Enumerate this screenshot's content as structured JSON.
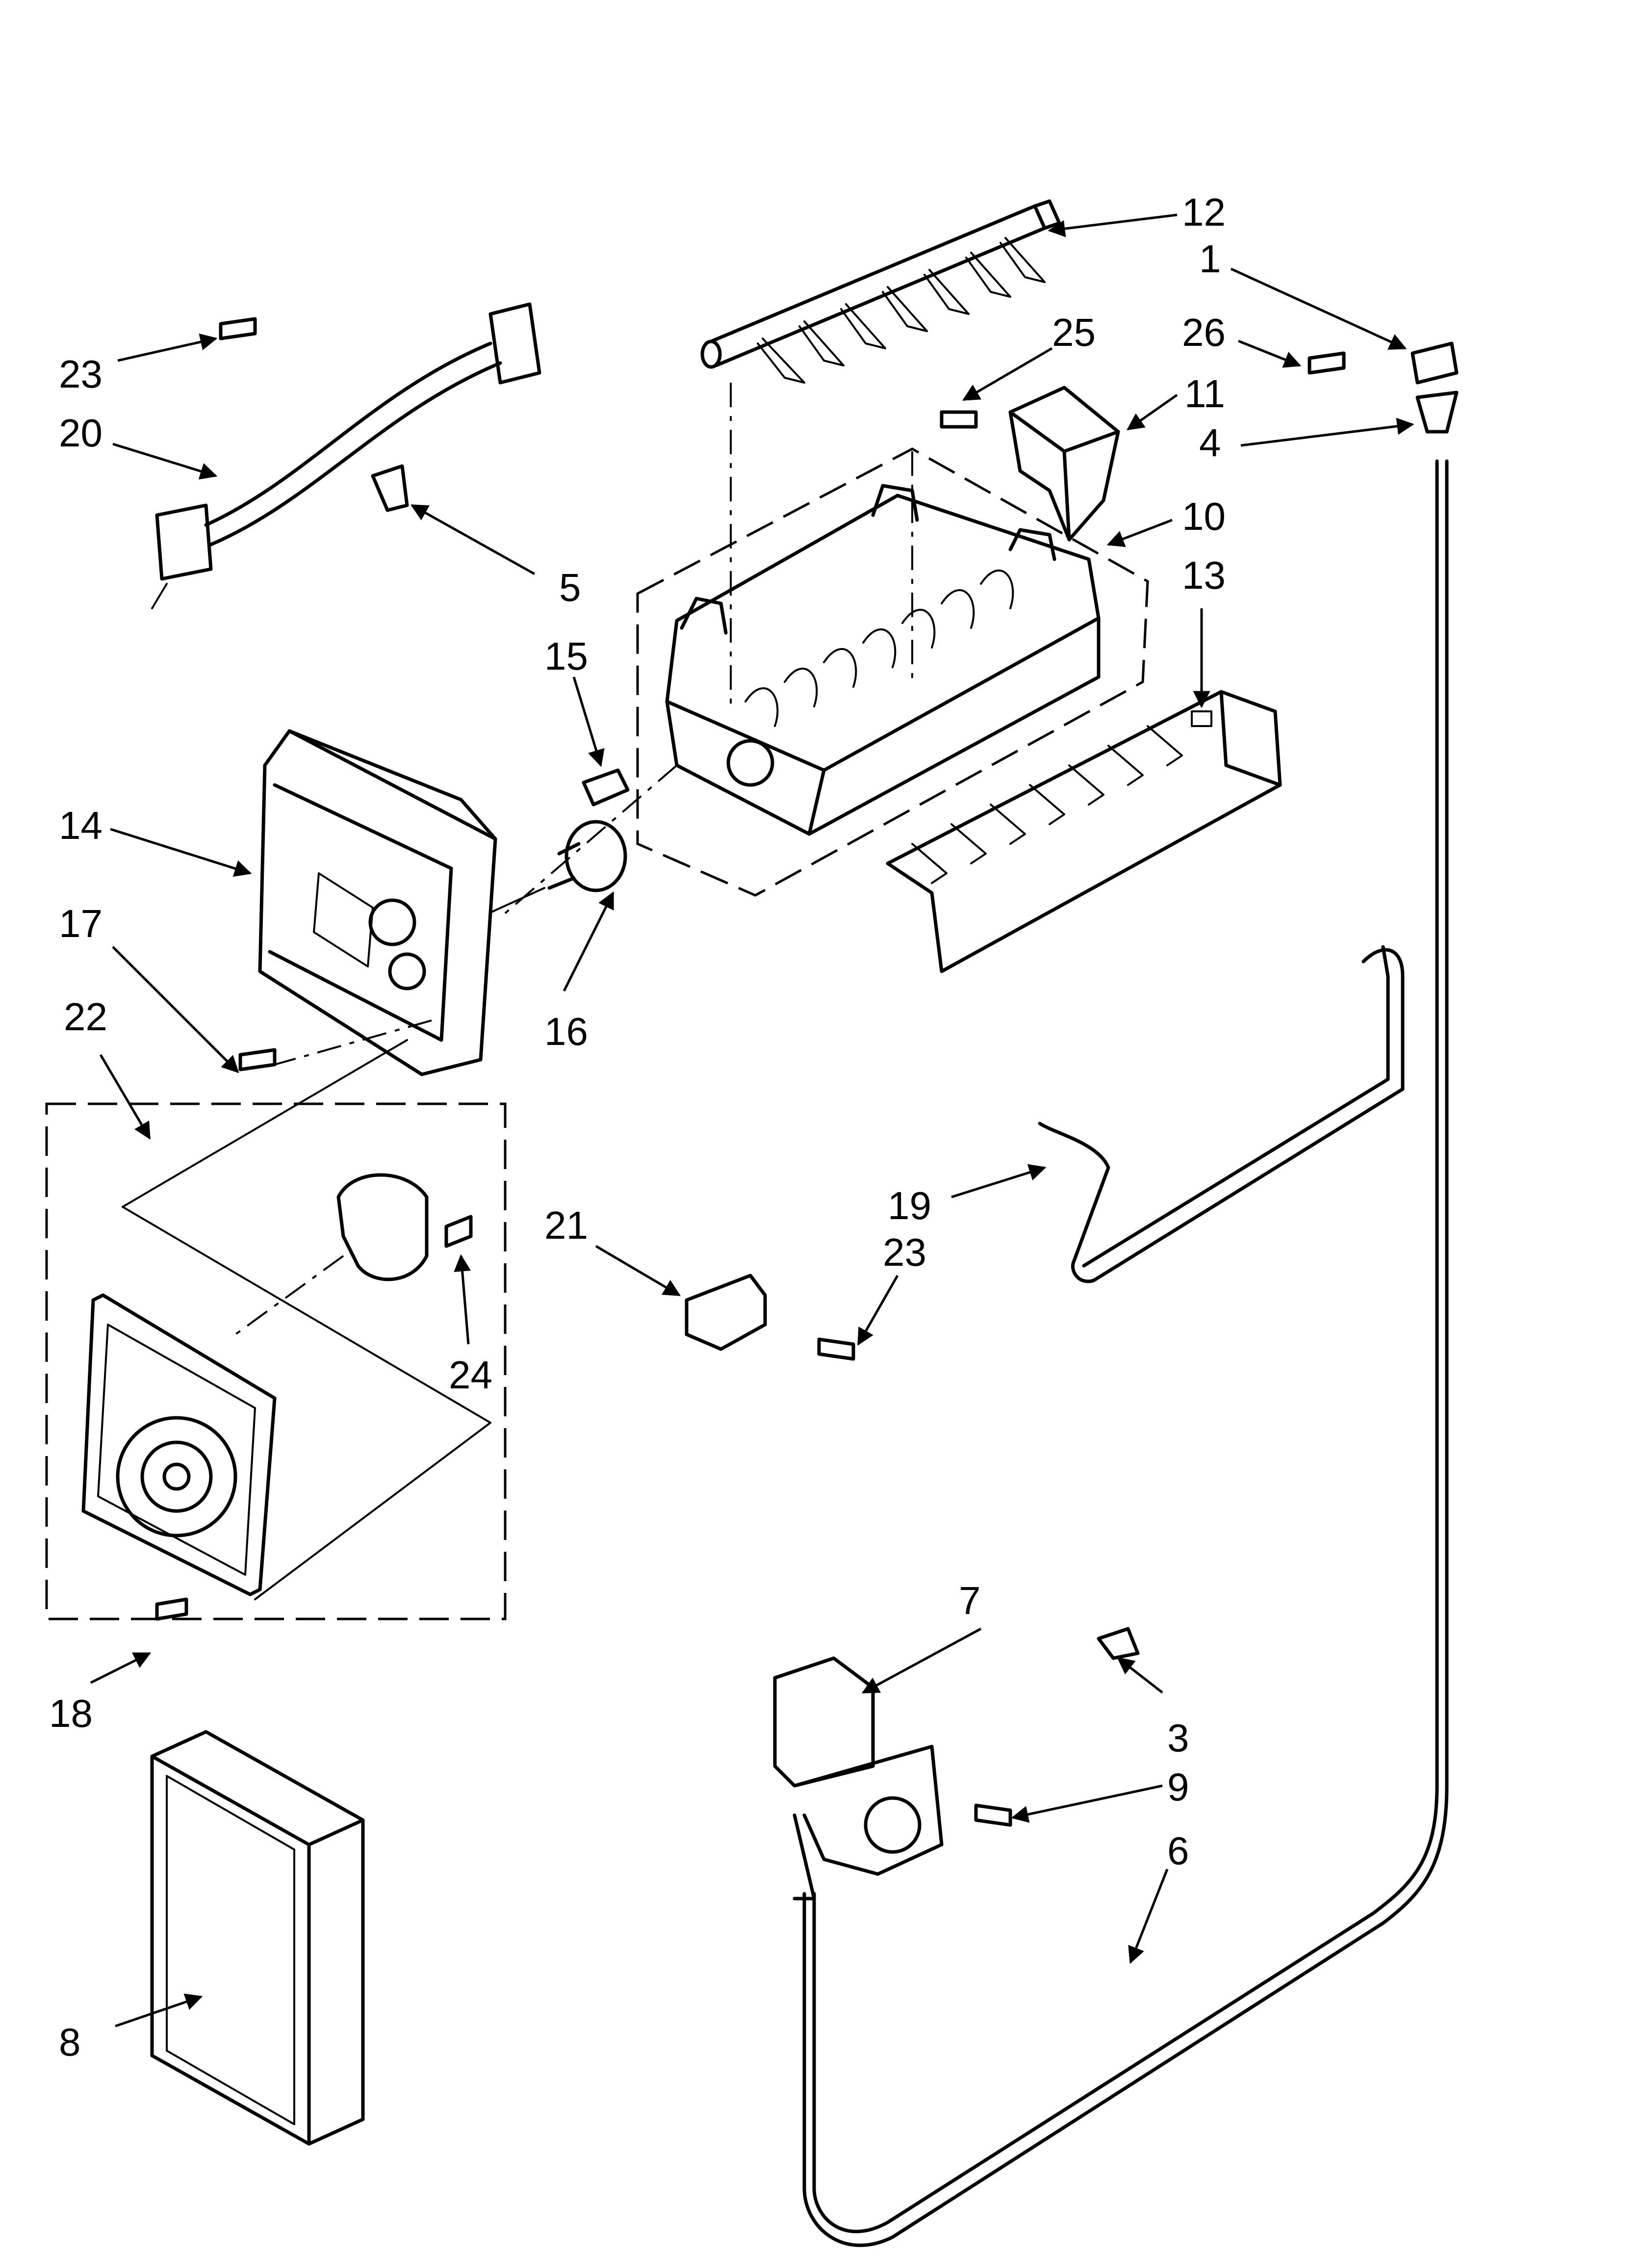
{
  "diagram": {
    "callouts": [
      {
        "id": "c12",
        "text": "12"
      },
      {
        "id": "c1",
        "text": "1"
      },
      {
        "id": "c26",
        "text": "26"
      },
      {
        "id": "c4",
        "text": "4"
      },
      {
        "id": "c25",
        "text": "25"
      },
      {
        "id": "c11",
        "text": "11"
      },
      {
        "id": "c23a",
        "text": "23"
      },
      {
        "id": "c20",
        "text": "20"
      },
      {
        "id": "c5",
        "text": "5"
      },
      {
        "id": "c10",
        "text": "10"
      },
      {
        "id": "c13",
        "text": "13"
      },
      {
        "id": "c15",
        "text": "15"
      },
      {
        "id": "c14",
        "text": "14"
      },
      {
        "id": "c17",
        "text": "17"
      },
      {
        "id": "c16",
        "text": "16"
      },
      {
        "id": "c22",
        "text": "22"
      },
      {
        "id": "c21",
        "text": "21"
      },
      {
        "id": "c23b",
        "text": "23"
      },
      {
        "id": "c19",
        "text": "19"
      },
      {
        "id": "c24",
        "text": "24"
      },
      {
        "id": "c7",
        "text": "7"
      },
      {
        "id": "c3",
        "text": "3"
      },
      {
        "id": "c9",
        "text": "9"
      },
      {
        "id": "c6",
        "text": "6"
      },
      {
        "id": "c18",
        "text": "18"
      },
      {
        "id": "c8",
        "text": "8"
      }
    ]
  }
}
